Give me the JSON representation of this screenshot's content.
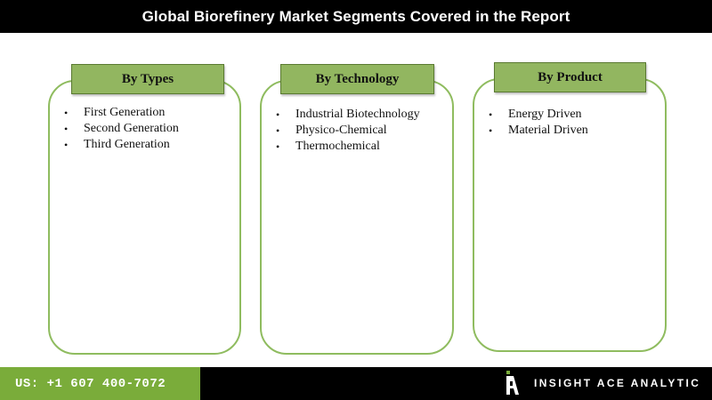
{
  "header": {
    "title": "Global Biorefinery Market Segments Covered in the Report"
  },
  "panels": [
    {
      "label": "By Types",
      "items": [
        "First Generation",
        "Second Generation",
        "Third Generation"
      ]
    },
    {
      "label": "By Technology",
      "items": [
        "Industrial Biotechnology",
        "Physico-Chemical",
        "Thermochemical"
      ]
    },
    {
      "label": "By Product",
      "items": [
        "Energy Driven",
        "Material Driven"
      ]
    }
  ],
  "footer": {
    "phone": "US: +1 607 400-7072",
    "brand": "INSIGHT ACE ANALYTIC"
  },
  "colors": {
    "accent_green": "#7aac3a",
    "label_green": "#92b660",
    "border_green": "#8fbc5f",
    "header_bg": "#000000"
  },
  "icons": {
    "bullet": "•",
    "logo": "insight-ace-logo-icon"
  }
}
